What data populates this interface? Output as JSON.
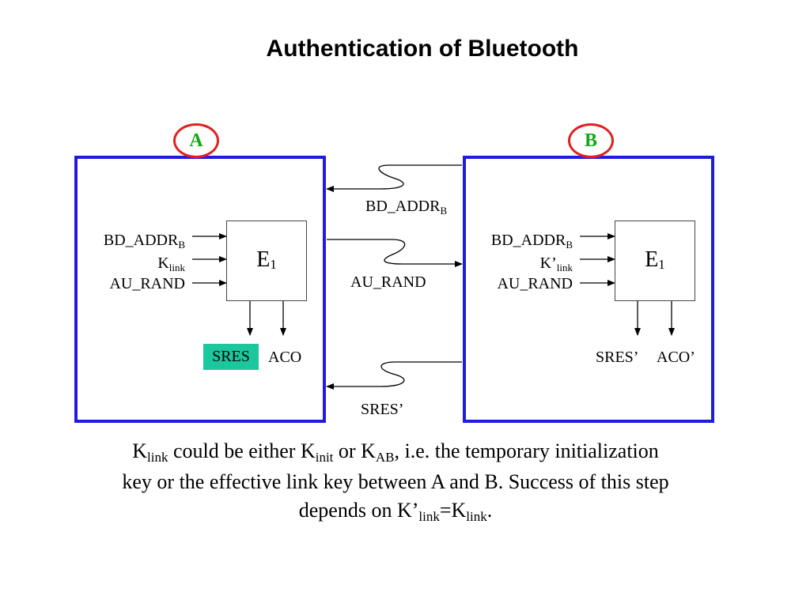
{
  "title": "Authentication of Bluetooth",
  "nodes": {
    "a": {
      "label": "A"
    },
    "b": {
      "label": "B"
    }
  },
  "function": {
    "base": "E",
    "sub": "1"
  },
  "left_inputs": {
    "addr": {
      "base": "BD_ADDR",
      "sub": "B"
    },
    "key": {
      "base": "K",
      "sub": "link"
    },
    "rand": "AU_RAND"
  },
  "right_inputs": {
    "addr": {
      "base": "BD_ADDR",
      "sub": "B"
    },
    "key": {
      "base": "K’",
      "sub": "link"
    },
    "rand": "AU_RAND"
  },
  "left_outputs": {
    "sres": "SRES",
    "aco": "ACO"
  },
  "right_outputs": {
    "sres": "SRES’",
    "aco": "ACO’"
  },
  "messages": {
    "addr": {
      "base": "BD_ADDR",
      "sub": "B"
    },
    "rand": "AU_RAND",
    "sres": "SRES’"
  },
  "caption": {
    "k": "K",
    "k_sub": "link",
    "t1": " could be either ",
    "k2": "K",
    "k2_sub": "init",
    "t2": " or ",
    "k3": "K",
    "k3_sub": "AB",
    "t3": ", i.e. the temporary initialization",
    "line2": "key or the effective link key between A and B. Success of this step",
    "t4": "depends on ",
    "k4": "K’",
    "k4_sub": "link",
    "t5": "=",
    "k5": "K",
    "k5_sub": "link",
    "t6": "."
  },
  "colors": {
    "frame": "#1f1ddb",
    "badge_ring": "#e02020",
    "badge_text": "#11a811",
    "sres_highlight": "#1bc79d"
  }
}
